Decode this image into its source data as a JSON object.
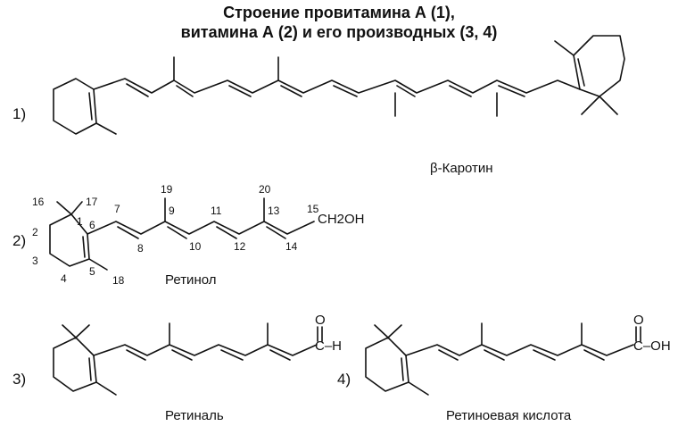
{
  "title_line1": "Строение провитамина А (1),",
  "title_line2": "витамина А (2) и его производных (3, 4)",
  "compound_labels": [
    "1)",
    "2)",
    "3)",
    "4)"
  ],
  "compound_names": {
    "beta_carotene": "β-Каротин",
    "retinol": "Ретинол",
    "retinal": "Ретиналь",
    "retinoic_acid": "Ретиноевая кислота"
  },
  "atom_numbers": [
    "1",
    "2",
    "3",
    "4",
    "5",
    "6",
    "7",
    "8",
    "9",
    "10",
    "11",
    "12",
    "13",
    "14",
    "15",
    "16",
    "17",
    "18",
    "19",
    "20"
  ],
  "groups": {
    "hydroxymethyl": "CH2OH",
    "aldehyde_O": "O",
    "aldehyde_H": "C–H",
    "acid_O": "O",
    "acid_OH": "C–OH"
  }
}
